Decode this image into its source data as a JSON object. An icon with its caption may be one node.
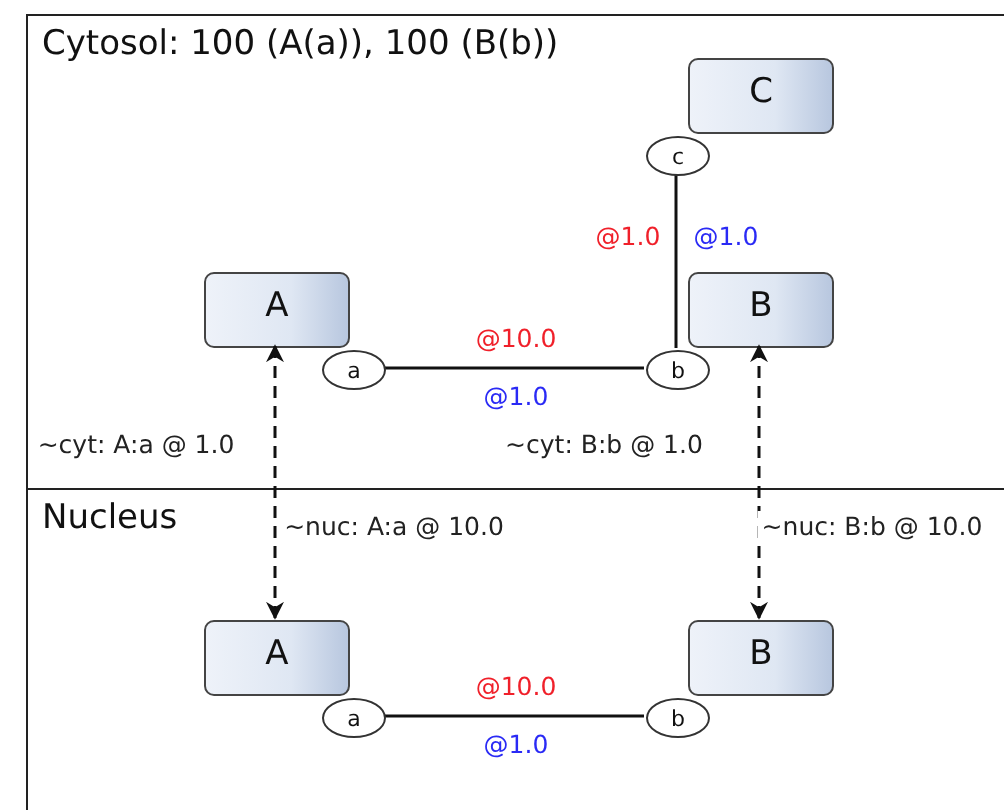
{
  "diagram": {
    "nodes": [
      {
        "text": [
          "Cytosol: 100 (A(a)), 100 (B(b))"
        ]
      },
      {
        "text": [
          "C"
        ],
        "in": 0
      },
      {
        "text": [
          "c"
        ],
        "in": 0
      },
      {
        "text": [
          "A"
        ],
        "in": 0
      },
      {
        "text": [
          "a"
        ],
        "in": 0
      },
      {
        "text": [
          "B"
        ],
        "in": 0
      },
      {
        "text": [
          "b"
        ],
        "in": 0
      },
      {
        "text": [
          "Nucleus"
        ]
      },
      {
        "text": [
          "A"
        ],
        "in": 7
      },
      {
        "text": [
          "a"
        ],
        "in": 7
      },
      {
        "text": [
          "B"
        ],
        "in": 7
      },
      {
        "text": [
          "b"
        ],
        "in": 7
      }
    ],
    "edges": [
      {
        "from": 2,
        "to": 6,
        "arrow": "none",
        "label": "@1.0"
      },
      {
        "from": 4,
        "to": 6,
        "arrow": "none",
        "label": "@10.0"
      },
      {
        "from": 3,
        "to": 8,
        "arrow": "both",
        "style": "dashed",
        "label": "~cyt: A:a @ 1.0"
      },
      {
        "from": 5,
        "to": 10,
        "arrow": "both",
        "style": "dashed",
        "label": "~cyt: B:b @ 1.0"
      },
      {
        "from": 9,
        "to": 11,
        "arrow": "none",
        "label": "@10.0"
      }
    ],
    "labels": [
      "@1.0",
      "@1.0",
      "~nuc: A:a @ 10.0",
      "~nuc: B:b @ 10.0",
      "@1.0"
    ]
  }
}
